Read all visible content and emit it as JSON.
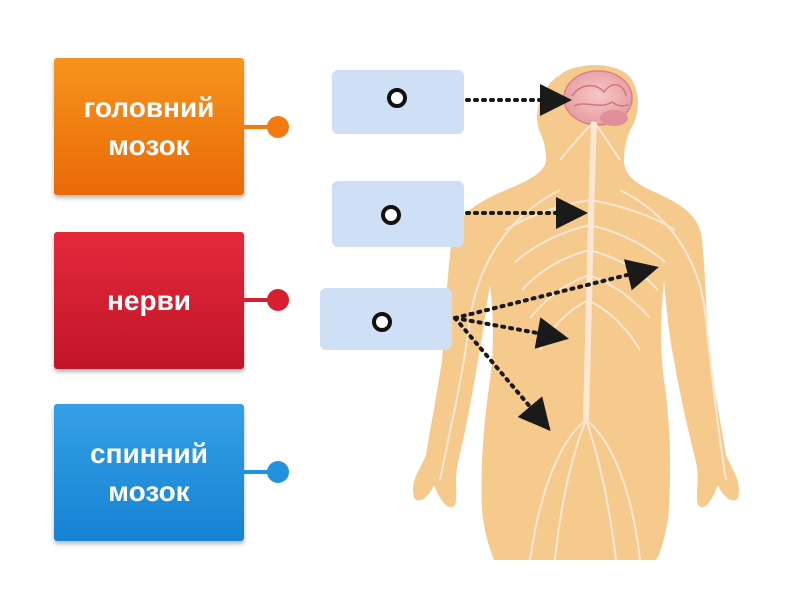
{
  "cards": [
    {
      "id": "brain",
      "label": "головний\nмозок",
      "color": "#f27a10"
    },
    {
      "id": "nerves",
      "label": "нерви",
      "color": "#d81f32"
    },
    {
      "id": "spinal",
      "label": "спинний\nмозок",
      "color": "#2491dd"
    }
  ],
  "colors": {
    "dropzone": "#cfdff5",
    "skin": "#f6c98c",
    "nerve": "#fbe7d4",
    "arrow": "#1a1a1a"
  },
  "icons": {
    "dropzone_marker": "ring-icon",
    "figure": "human-nervous-system-illustration"
  }
}
